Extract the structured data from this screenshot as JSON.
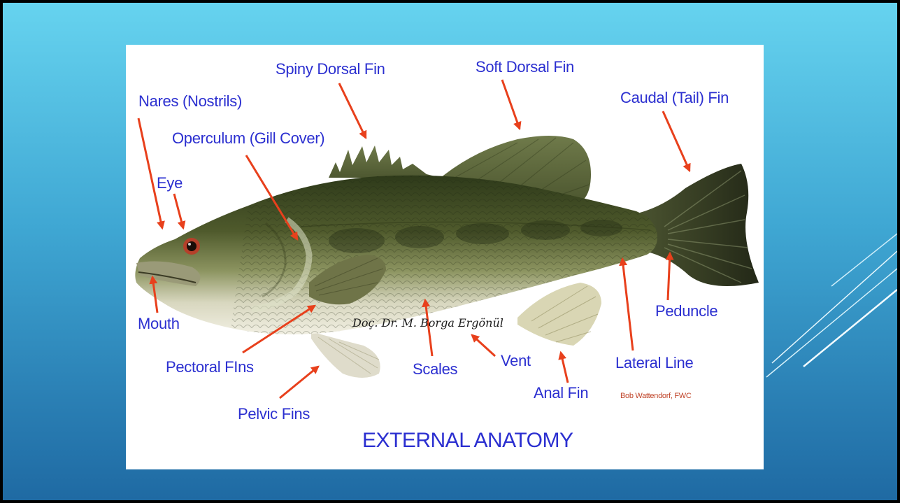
{
  "title": "EXTERNAL ANATOMY",
  "credit": "Bob Wattendorf, FWC",
  "watermark": "Doç. Dr. M. Borga Ergönül",
  "labels": {
    "nares": "Nares (Nostrils)",
    "spiny_dorsal": "Spiny Dorsal Fin",
    "soft_dorsal": "Soft Dorsal Fin",
    "caudal": "Caudal (Tail) Fin",
    "operculum": "Operculum (Gill Cover)",
    "eye": "Eye",
    "mouth": "Mouth",
    "pectoral": "Pectoral FIns",
    "pelvic": "Pelvic Fins",
    "scales": "Scales",
    "vent": "Vent",
    "anal": "Anal Fin",
    "lateral_line": "Lateral Line",
    "peduncle": "Peduncle"
  },
  "colors": {
    "label": "#2b2fd0",
    "arrow": "#e8401c",
    "credit": "#c0452a",
    "slide_top": "#66d3ef",
    "slide_bottom": "#1f6aa3"
  }
}
